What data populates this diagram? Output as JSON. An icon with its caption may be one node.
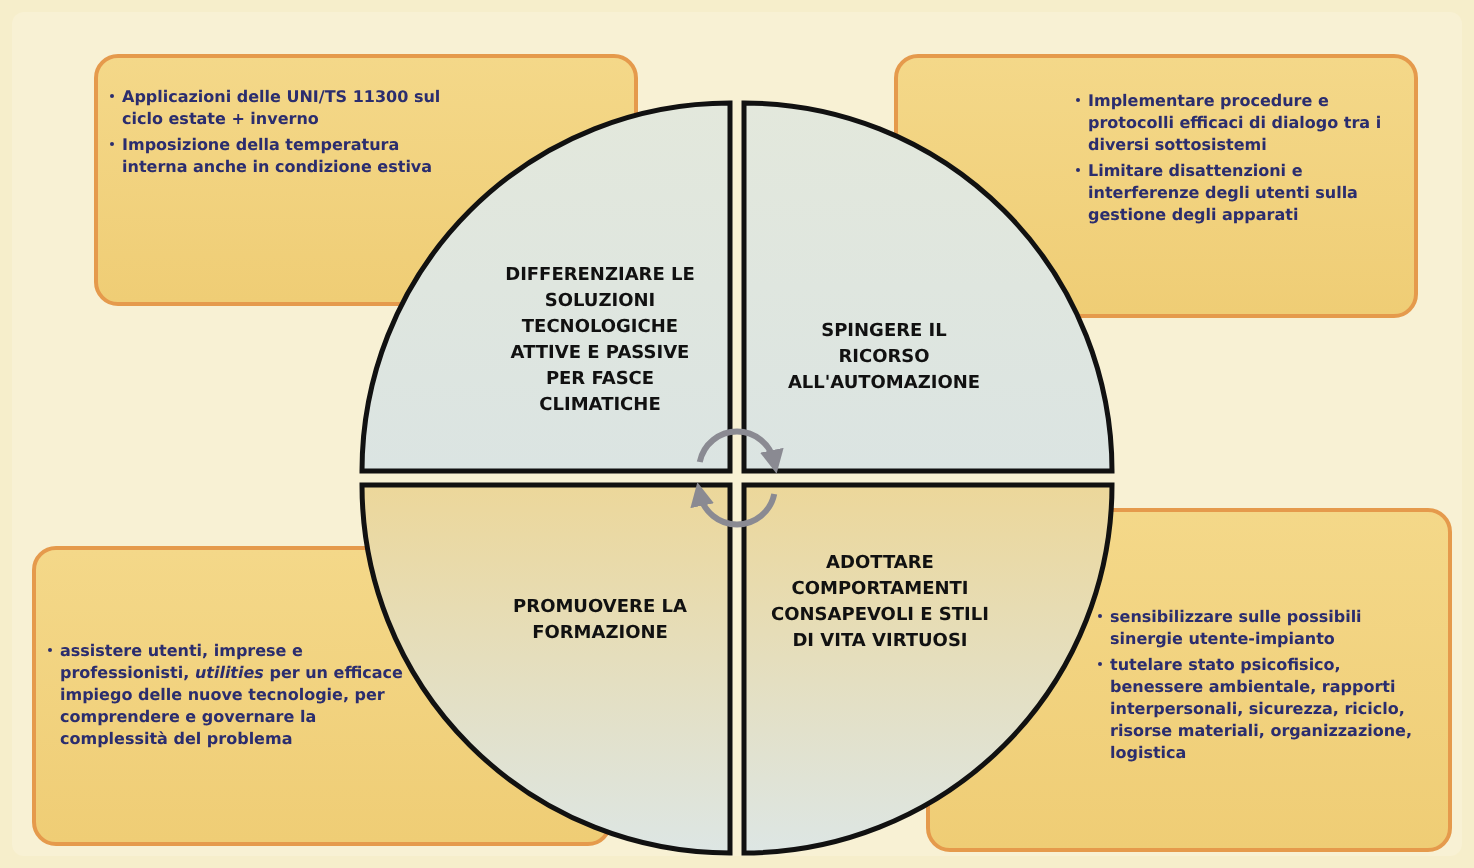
{
  "diagram": {
    "nodes": [
      {
        "text": [
          "Applicazioni delle UNI/TS 11300 sul ciclo estate + inverno",
          "Imposizione della temperatura interna anche in condizione estiva"
        ]
      },
      {
        "text": [
          "Implementare procedure e protocolli efficaci di dialogo tra i diversi sottosistemi",
          "Limitare disattenzioni e interferenze degli utenti sulla gestione degli apparati"
        ]
      },
      {
        "text": [
          "assistere utenti, imprese e professionisti, *utilities* per un efficace impiego delle nuove tecnologie, per comprendere e governare la complessità del problema"
        ]
      },
      {
        "text": [
          "sensibilizzare sulle possibili sinergie utente-impianto",
          "tutelare stato psicofisico, benessere ambientale, rapporti interpersonali, sicurezza, riciclo, risorse materiali, organizzazione, logistica"
        ]
      },
      {
        "text": [
          "DIFFERENZIARE LE SOLUZIONI TECNOLOGICHE ATTIVE E PASSIVE PER FASCE CLIMATICHE"
        ]
      },
      {
        "text": [
          "SPINGERE IL RICORSO ALL'AUTOMAZIONE"
        ]
      },
      {
        "text": [
          "PROMUOVERE LA FORMAZIONE"
        ]
      },
      {
        "text": [
          "ADOTTARE COMPORTAMENTI CONSAPEVOLI E STILI DI VITA VIRTUOSI"
        ]
      }
    ],
    "edges": [
      {
        "from": 4,
        "to": 5,
        "arrow": "to",
        "color": "#8a8a92"
      },
      {
        "from": 7,
        "to": 6,
        "arrow": "to",
        "color": "#8a8a92"
      }
    ]
  }
}
